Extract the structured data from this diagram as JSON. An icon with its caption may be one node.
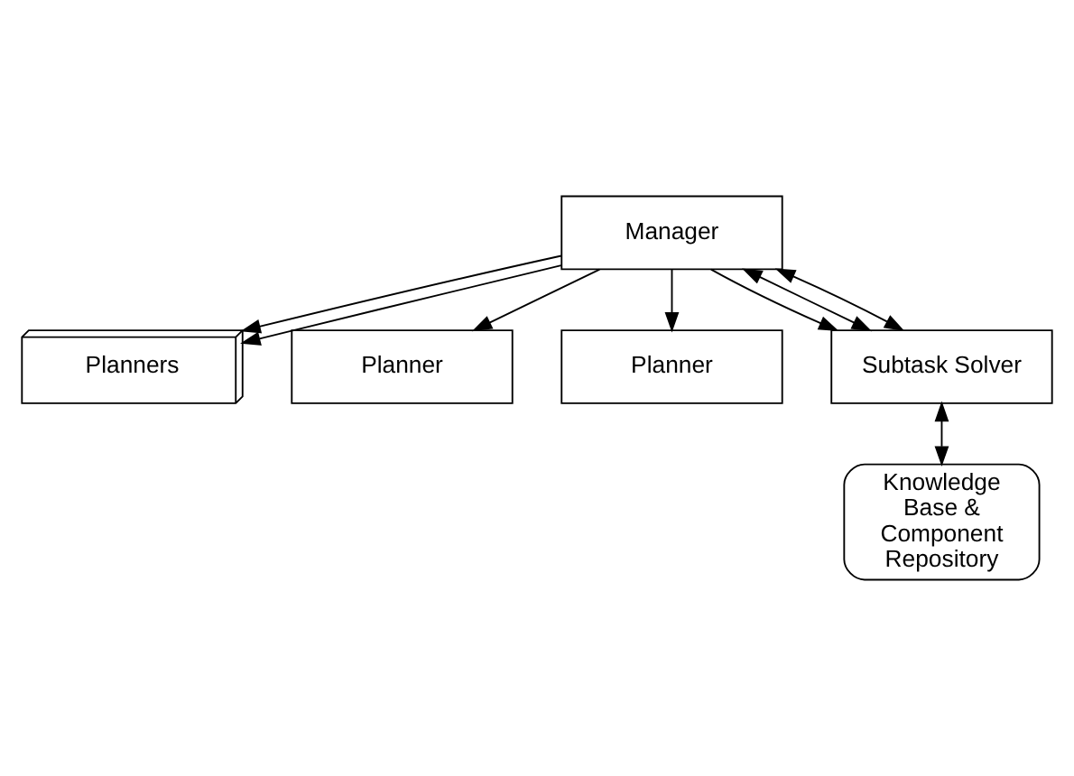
{
  "diagram": {
    "nodes": [
      {
        "text": [
          "Manager"
        ]
      },
      {
        "text": [
          "Planners"
        ]
      },
      {
        "text": [
          "Planner"
        ]
      },
      {
        "text": [
          "Planner"
        ]
      },
      {
        "text": [
          "Subtask Solver"
        ]
      },
      {
        "text": [
          "Knowledge Base & Component Repository"
        ]
      }
    ],
    "edges": [
      {
        "from": 0,
        "to": 1,
        "arrow": "to"
      },
      {
        "from": 0,
        "to": 1,
        "arrow": "to"
      },
      {
        "from": 0,
        "to": 2,
        "arrow": "to"
      },
      {
        "from": 0,
        "to": 3,
        "arrow": "to"
      },
      {
        "from": 0,
        "to": 4,
        "arrow": "to"
      },
      {
        "from": 0,
        "to": 4,
        "arrow": "both"
      },
      {
        "from": 0,
        "to": 4,
        "arrow": "both"
      },
      {
        "from": 4,
        "to": 5,
        "arrow": "both"
      }
    ]
  }
}
